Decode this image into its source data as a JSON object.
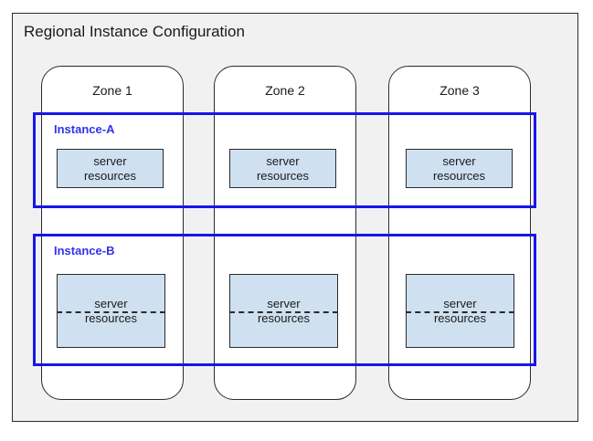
{
  "diagram": {
    "title": "Regional Instance Configuration",
    "colors": {
      "region_background": "#f1f1f1",
      "zone_background": "#ffffff",
      "instance_outline": "#1616e8",
      "instance_label": "#3232ee",
      "server_box_fill": "#cfe0f0",
      "stroke": "#2b2b2b"
    },
    "zones": [
      {
        "label": "Zone 1"
      },
      {
        "label": "Zone 2"
      },
      {
        "label": "Zone 3"
      }
    ],
    "instances": [
      {
        "label": "Instance-A",
        "split": false,
        "resources": [
          {
            "text": "server\nresources"
          },
          {
            "text": "server\nresources"
          },
          {
            "text": "server\nresources"
          }
        ]
      },
      {
        "label": "Instance-B",
        "split": true,
        "resources": [
          {
            "text": "server\nresources"
          },
          {
            "text": "server\nresources"
          },
          {
            "text": "server\nresources"
          }
        ]
      }
    ]
  }
}
